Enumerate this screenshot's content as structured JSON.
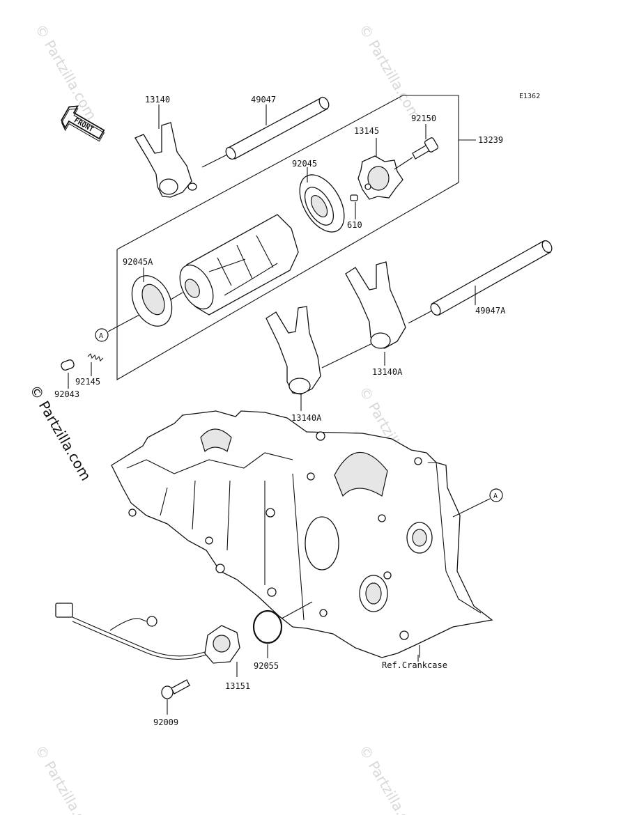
{
  "diagram_code": "E1362",
  "front_label": "FRONT",
  "reference_label": "Ref.Crankcase",
  "callout_marker": "A",
  "watermark": "© Partzilla.com",
  "parts": {
    "p13140": "13140",
    "p49047": "49047",
    "p13145": "13145",
    "p92150": "92150",
    "p13239": "13239",
    "p92045": "92045",
    "p610": "610",
    "p92045A": "92045A",
    "p49047A": "49047A",
    "p13140A_upper": "13140A",
    "p13140A_lower": "13140A",
    "p92145": "92145",
    "p92043": "92043",
    "p92055": "92055",
    "p13151": "13151",
    "p92009": "92009"
  }
}
